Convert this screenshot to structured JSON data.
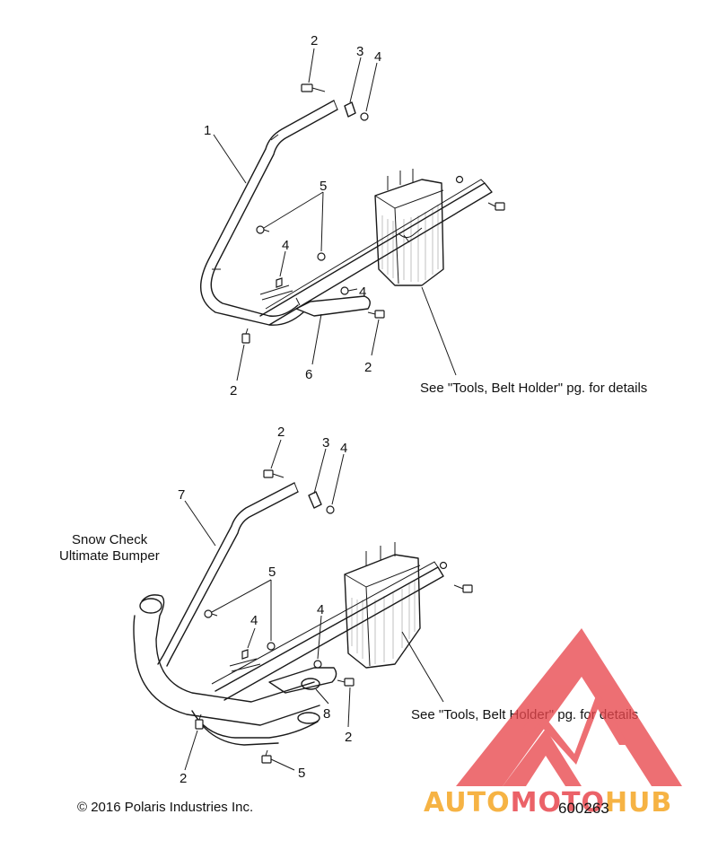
{
  "upper": {
    "callouts": {
      "n1": "1",
      "n2a": "2",
      "n3": "3",
      "n4a": "4",
      "n5": "5",
      "n4b": "4",
      "n4c": "4",
      "n6": "6",
      "n2b": "2",
      "n2c": "2"
    },
    "note": "See \"Tools, Belt Holder\" pg. for details"
  },
  "lower": {
    "callouts": {
      "n2a": "2",
      "n3": "3",
      "n4a": "4",
      "n7": "7",
      "n5a": "5",
      "n4b": "4",
      "n4c": "4",
      "n8": "8",
      "n2b": "2",
      "n2c": "2",
      "n5b": "5"
    },
    "variant": [
      "Snow Check",
      "Ultimate Bumper"
    ],
    "note": "See \"Tools, Belt Holder\" pg. for details"
  },
  "copyright": "© 2016 Polaris Industries Inc.",
  "figure_id": "600263",
  "watermark": {
    "part1": "AUTO",
    "part2": "MOTO",
    "part3": "HUB",
    "colors": {
      "orange": "#f5a623",
      "red": "#e8474d"
    }
  }
}
